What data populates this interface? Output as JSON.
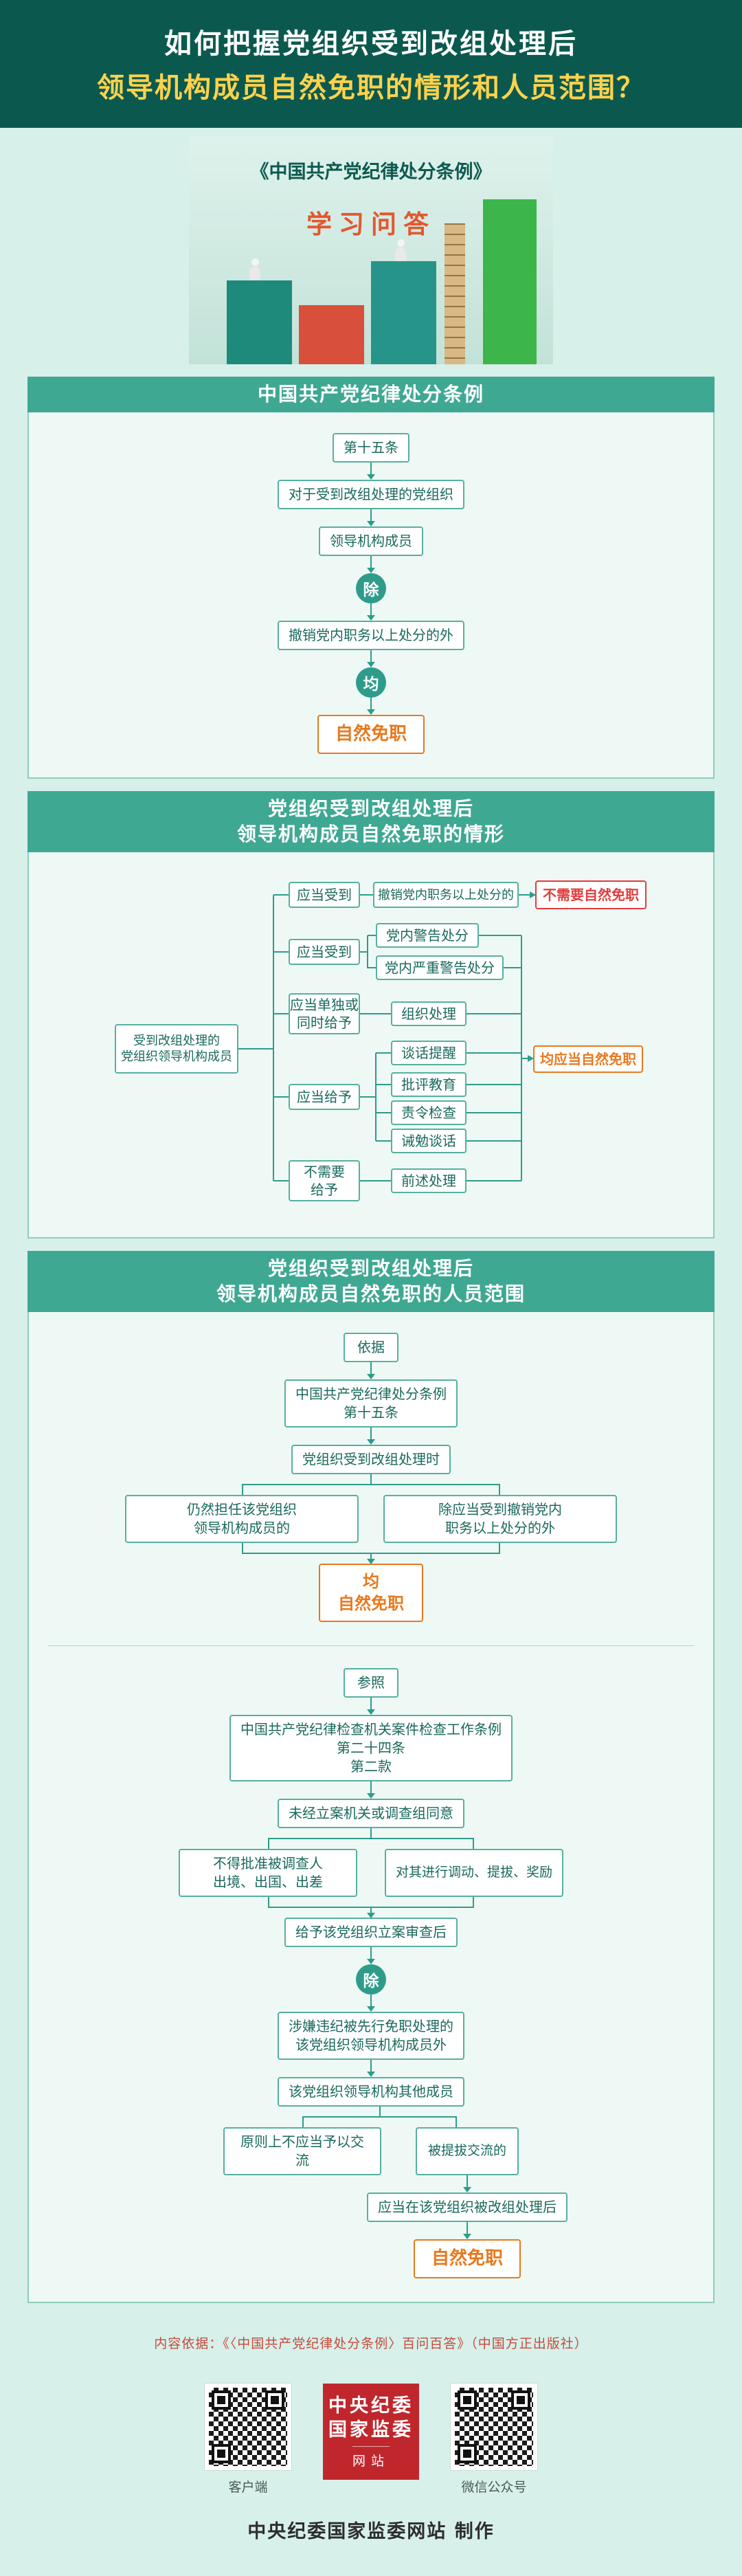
{
  "colors": {
    "page_bg": "#d7f0ea",
    "header_bg": "#0b594e",
    "banner_bg": "#3fa893",
    "panel_bg": "#eef9f5",
    "panel_border": "#90cbbc",
    "line_teal": "#2f9c8b",
    "box_border": "#56b0a0",
    "box_text": "#19695c",
    "orange": "#e8791e",
    "red": "#e23d3d",
    "title_yellow": "#ffd24d",
    "logo_red": "#c0272d",
    "source_red": "#c64a3c"
  },
  "header": {
    "title_line1": "如何把握党组织受到改组处理后",
    "title_line2": "领导机构成员自然免职的情形和人员范围？"
  },
  "cover": {
    "book_title": "《中国共产党纪律处分条例》",
    "subtitle": "学习问答"
  },
  "section1": {
    "banner": "中国共产党纪律处分条例",
    "n1": "第十五条",
    "n2": "对于受到改组处理的党组织",
    "n3": "领导机构成员",
    "c1": "除",
    "n4": "撤销党内职务以上处分的外",
    "c2": "均",
    "result": "自然免职"
  },
  "section2": {
    "banner_line1": "党组织受到改组处理后",
    "banner_line2": "领导机构成员自然免职的情形",
    "subject_line1": "受到改组处理的",
    "subject_line2": "党组织领导机构成员",
    "row1_label": "应当受到",
    "row1_target": "撤销党内职务以上处分的",
    "row1_result": "不需要自然免职",
    "row2_label": "应当受到",
    "row2_target1": "党内警告处分",
    "row2_target2": "党内严重警告处分",
    "row3_label_line1": "应当单独或",
    "row3_label_line2": "同时给予",
    "row3_target": "组织处理",
    "row4_label": "应当给予",
    "row4_targets": [
      "谈话提醒",
      "批评教育",
      "责令检查",
      "诫勉谈话"
    ],
    "row5_label_line1": "不需要",
    "row5_label_line2": "给予",
    "row5_target": "前述处理",
    "bracket_result": "均应当自然免职"
  },
  "section3": {
    "banner_line1": "党组织受到改组处理后",
    "banner_line2": "领导机构成员自然免职的人员范围",
    "partA": {
      "tag": "依据",
      "law_line1": "中国共产党纪律处分条例",
      "law_line2": "第十五条",
      "step1": "党组织受到改组处理时",
      "branch_left_line1": "仍然担任该党组织",
      "branch_left_line2": "领导机构成员的",
      "branch_right_line1": "除应当受到撤销党内",
      "branch_right_line2": "职务以上处分的外",
      "result_line1": "均",
      "result_line2": "自然免职"
    },
    "partB": {
      "tag": "参照",
      "law_line1": "中国共产党纪律检查机关案件检查工作条例",
      "law_line2": "第二十四条",
      "law_line3": "第二款",
      "step1": "未经立案机关或调查组同意",
      "branch_left_line1": "不得批准被调查人",
      "branch_left_line2": "出境、出国、出差",
      "branch_right": "对其进行调动、提拔、奖励",
      "step2": "给予该党组织立案审查后",
      "circle": "除",
      "step3_line1": "涉嫌违纪被先行免职处理的",
      "step3_line2": "该党组织领导机构成员外",
      "step4": "该党组织领导机构其他成员",
      "branch2_left": "原则上不应当予以交流",
      "branch2_right": "被提拔交流的",
      "step5": "应当在该党组织被改组处理后",
      "result": "自然免职"
    }
  },
  "footer": {
    "source": "内容依据：《〈中国共产党纪律处分条例〉百问百答》（中国方正出版社）",
    "qr_left_label": "客户端",
    "qr_right_label": "微信公众号",
    "logo_line1": "中央纪委",
    "logo_line2": "国家监委",
    "logo_line3": "网站",
    "credit": "中央纪委国家监委网站 制作"
  }
}
